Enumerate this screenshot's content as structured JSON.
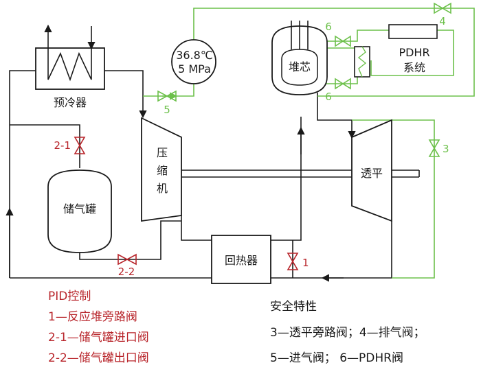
{
  "components": {
    "precooler": "预冷器",
    "compressor": [
      "压",
      "缩",
      "机"
    ],
    "turbine": "透平",
    "storage_tank": "储气罐",
    "recuperator": "回热器",
    "reactor": "堆芯",
    "pdhr": [
      "PDHR",
      "系统"
    ]
  },
  "gauge": {
    "temperature": "36.8℃",
    "pressure": "5 MPa"
  },
  "valves": {
    "v1": "1",
    "v2_1": "2-1",
    "v2_2": "2-2",
    "v3": "3",
    "v4": "4",
    "v5": "5",
    "v6_top": "6",
    "v6_bottom": "6"
  },
  "legend": {
    "pid_title": "PID控制",
    "pid_items": [
      "1—反应堆旁路阀",
      "2-1—储气罐进口阀",
      "2-2—储气罐出口阀"
    ],
    "safety_title": "安全特性",
    "safety_items": [
      "3—透平旁路阀；4—排气阀；",
      "5—进气阀；  6—PDHR阀"
    ]
  },
  "colors": {
    "process": "#1a1a1a",
    "pid": "#b8242a",
    "safety": "#6cc04a"
  }
}
